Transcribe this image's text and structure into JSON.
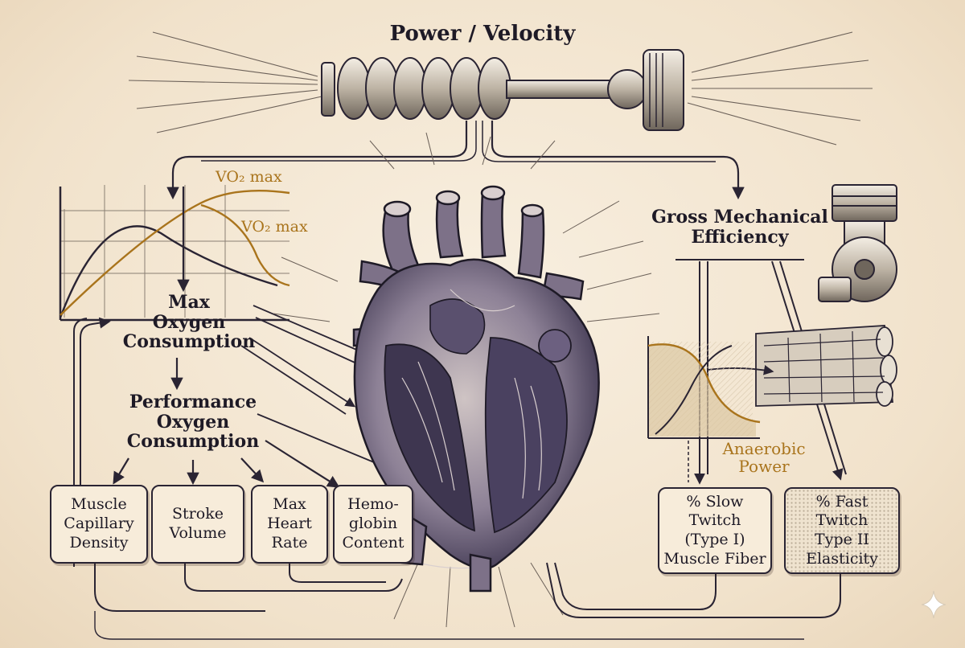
{
  "title": "Power / Velocity",
  "vo2_label_upper": "VO₂ max",
  "vo2_label_lower": "VO₂ max",
  "max_oxygen": "Max\nOxygen\nConsumption",
  "performance_oxygen": "Performance\nOxygen\nConsumption",
  "gross_efficiency": "Gross Mechanical\nEfficiency",
  "anaerobic_power": "Anaerobic\nPower",
  "boxes": {
    "capillary": "Muscle\nCapillary\nDensity",
    "stroke": "Stroke\nVolume",
    "heart_rate": "Max\nHeart\nRate",
    "hemoglobin": "Hemo-\nglobin\nContent",
    "slow_twitch": "% Slow\nTwitch\n(Type I)\nMuscle Fiber",
    "fast_twitch": "% Fast\nTwitch\nType II\nElasticity"
  },
  "colors": {
    "ink": "#1e1a26",
    "gold": "#a9741c",
    "paper": "#f3e6d2"
  },
  "icons": [
    "spring-piston-icon",
    "heart-illustration",
    "engine-piston-icon",
    "muscle-fiber-icon",
    "sparkle-icon"
  ]
}
